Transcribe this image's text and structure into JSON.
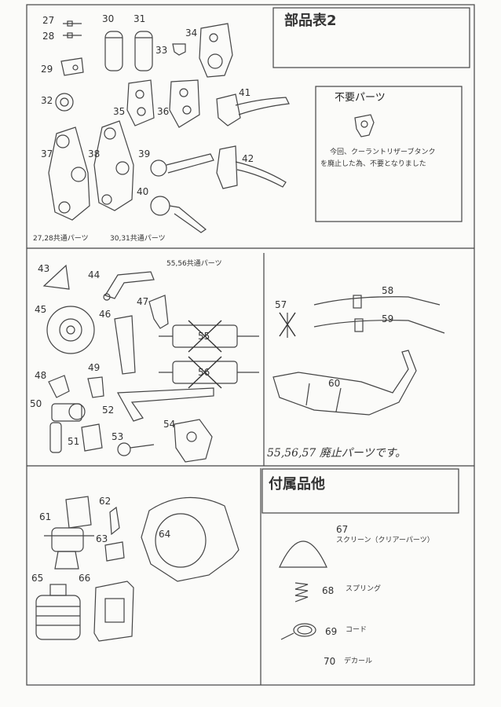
{
  "sections": {
    "parts_table_title": "部品表2",
    "unneeded_title": "不要パーツ",
    "unneeded_note_line1": "今回、クーラントリザーブタンク",
    "unneeded_note_line2": "を廃止した為、不要となりました",
    "accessories_title": "付属品他"
  },
  "notes": {
    "common_27_28": "27,28共通パーツ",
    "common_30_31": "30,31共通パーツ",
    "common_55_56": "55,56共通パーツ",
    "abolished_handwritten": "55,56,57 廃止パーツです。"
  },
  "accessories": {
    "screen": "スクリーン（クリアーパーツ）",
    "spring": "スプリング",
    "cord": "コード",
    "decal": "デカール"
  },
  "part_numbers": {
    "n27": "27",
    "n28": "28",
    "n29": "29",
    "n30": "30",
    "n31": "31",
    "n32": "32",
    "n33": "33",
    "n34": "34",
    "n35": "35",
    "n36": "36",
    "n37": "37",
    "n38": "38",
    "n39": "39",
    "n40": "40",
    "n41": "41",
    "n42": "42",
    "n43": "43",
    "n44": "44",
    "n45": "45",
    "n46": "46",
    "n47": "47",
    "n48": "48",
    "n49": "49",
    "n50": "50",
    "n51": "51",
    "n52": "52",
    "n53": "53",
    "n54": "54",
    "n55": "55",
    "n56": "56",
    "n57": "57",
    "n58": "58",
    "n59": "59",
    "n60": "60",
    "n61": "61",
    "n62": "62",
    "n63": "63",
    "n64": "64",
    "n65": "65",
    "n66": "66",
    "n67": "67",
    "n68": "68",
    "n69": "69",
    "n70": "70"
  }
}
